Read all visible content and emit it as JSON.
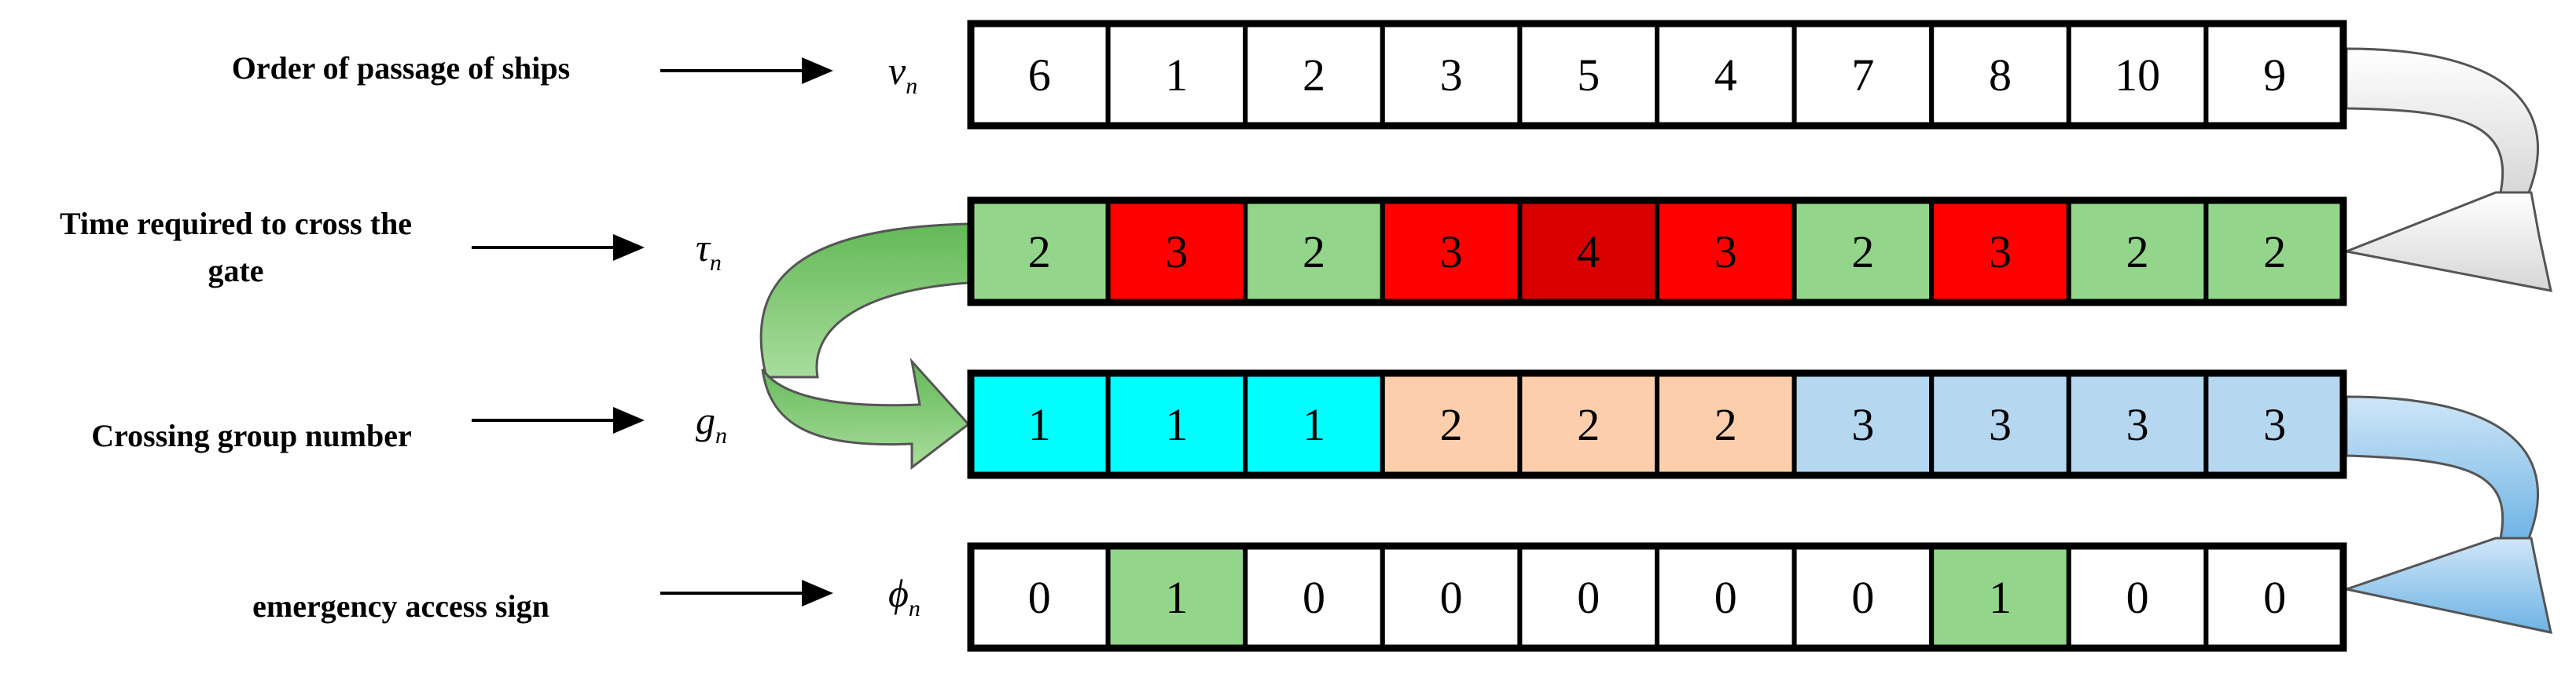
{
  "rows": [
    {
      "label": [
        "Order of passage of ships"
      ],
      "symbol": "v",
      "subscript": "n",
      "values": [
        "6",
        "1",
        "2",
        "3",
        "5",
        "4",
        "7",
        "8",
        "10",
        "9"
      ],
      "colors": [
        "#ffffff",
        "#ffffff",
        "#ffffff",
        "#ffffff",
        "#ffffff",
        "#ffffff",
        "#ffffff",
        "#ffffff",
        "#ffffff",
        "#ffffff"
      ]
    },
    {
      "label": [
        "Time required to cross the",
        "gate"
      ],
      "symbol": "τ",
      "subscript": "n",
      "values": [
        "2",
        "3",
        "2",
        "3",
        "4",
        "3",
        "2",
        "3",
        "2",
        "2"
      ],
      "colors": [
        "#93d58a",
        "#ff0000",
        "#93d58a",
        "#ff0000",
        "#d90000",
        "#ff0000",
        "#93d58a",
        "#ff0000",
        "#93d58a",
        "#93d58a"
      ]
    },
    {
      "label": [
        "Crossing group number"
      ],
      "symbol": "g",
      "subscript": "n",
      "values": [
        "1",
        "1",
        "1",
        "2",
        "2",
        "2",
        "3",
        "3",
        "3",
        "3"
      ],
      "colors": [
        "#00ffff",
        "#00ffff",
        "#00ffff",
        "#fcceac",
        "#fcceac",
        "#fcceac",
        "#b5d7ef",
        "#b5d7ef",
        "#b5d7ef",
        "#b5d7ef"
      ]
    },
    {
      "label": [
        "emergency access sign"
      ],
      "symbol": "ϕ",
      "subscript": "n",
      "values": [
        "0",
        "1",
        "0",
        "0",
        "0",
        "0",
        "0",
        "1",
        "0",
        "0"
      ],
      "colors": [
        "#ffffff",
        "#93d58a",
        "#ffffff",
        "#ffffff",
        "#ffffff",
        "#ffffff",
        "#ffffff",
        "#93d58a",
        "#ffffff",
        "#ffffff"
      ]
    }
  ],
  "connector_colors": {
    "gray": "#e6e6e6",
    "green": "#7dc96f",
    "blue": "#8ec4ea"
  }
}
